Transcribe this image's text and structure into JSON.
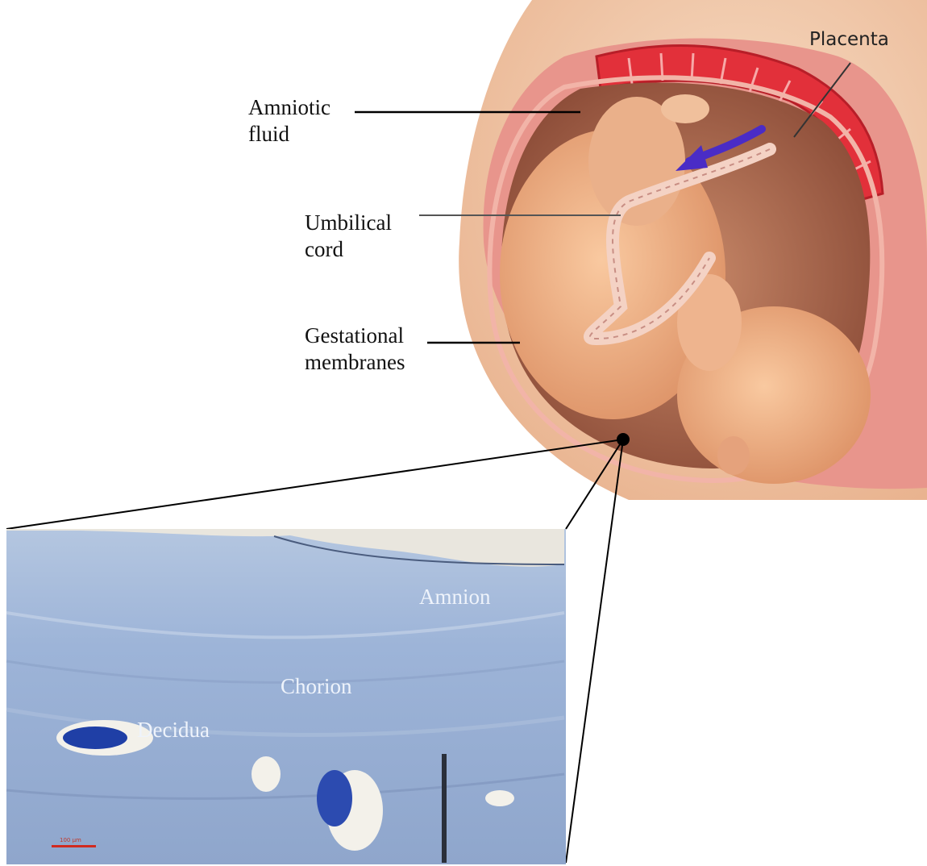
{
  "labels": {
    "amniotic_fluid": [
      "Amniotic",
      "fluid"
    ],
    "umbilical_cord": [
      "Umbilical",
      "cord"
    ],
    "gestational_membranes": [
      "Gestational",
      "membranes"
    ],
    "placenta": "Placenta"
  },
  "micrograph": {
    "amnion": "Amnion",
    "chorion": "Chorion",
    "decidua": "Decidua",
    "scale_bar": "100 µm"
  },
  "colors": {
    "skin": "#f2c9a5",
    "uterus_wall": "#e58c86",
    "placenta": "#e2303a",
    "tissue": "#9fb5d6",
    "arrow": "#4a2cc6",
    "scale_bar": "#d12a1f"
  }
}
